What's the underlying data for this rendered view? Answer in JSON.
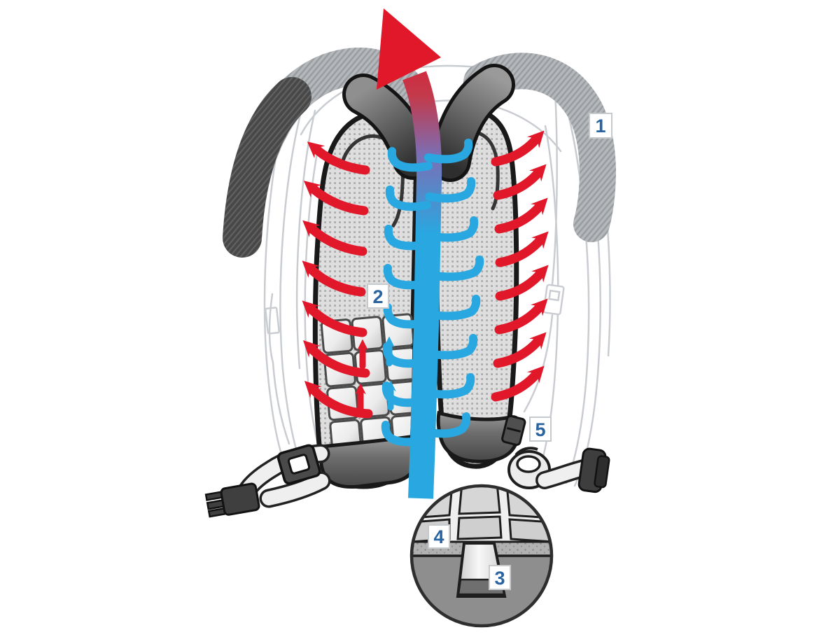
{
  "diagram": {
    "name": "backpack-back-ventilation-system",
    "labels": {
      "l1": "1",
      "l2": "2",
      "l3": "3",
      "l4": "4",
      "l5": "5"
    },
    "colors": {
      "warm_air_red": "#E0182A",
      "cool_air_blue": "#29A7E0",
      "label_number_blue": "#2A64A0",
      "label_border_gray": "#C6CACD",
      "sketch_gray": "#C9CDD1",
      "pad_outline_black": "#191919"
    }
  }
}
